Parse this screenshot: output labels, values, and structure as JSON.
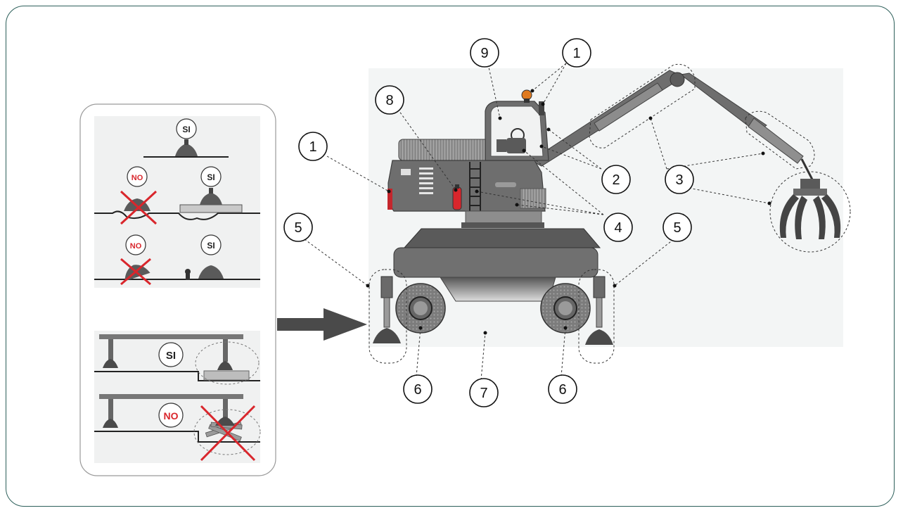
{
  "inset": {
    "labels": {
      "yes_1": "SI",
      "no_1": "NO",
      "yes_2": "SI",
      "no_2": "NO",
      "yes_3": "SI",
      "yes_4": "SI",
      "no_3": "NO"
    }
  },
  "callouts": {
    "c1_top": "1",
    "c9": "9",
    "c8": "8",
    "c1_left": "1",
    "c2": "2",
    "c3": "3",
    "c4": "4",
    "c5_left": "5",
    "c5_right": "5",
    "c6_left": "6",
    "c7": "7",
    "c6_right": "6"
  },
  "colors": {
    "frame": "#2d5f5a",
    "machine": "#6e6e6e",
    "machine_dark": "#3f3f3f",
    "no_red": "#d9262c",
    "background_panel": "#f3f5f5"
  }
}
